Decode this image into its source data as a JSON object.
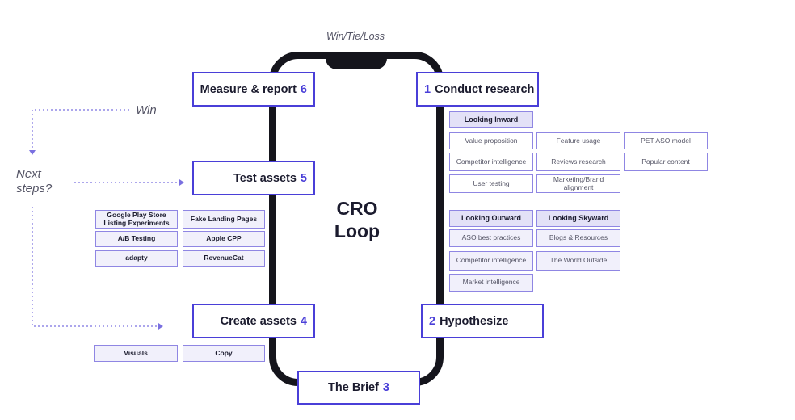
{
  "top_label": "Win/Tie/Loss",
  "center": {
    "line1": "CRO",
    "line2": "Loop"
  },
  "steps": {
    "measure": {
      "label": "Measure & report",
      "number": "6"
    },
    "research": {
      "number": "1",
      "label": "Conduct research"
    },
    "test": {
      "label": "Test assets",
      "number": "5"
    },
    "create": {
      "label": "Create assets",
      "number": "4"
    },
    "hypothesize": {
      "number": "2",
      "label": "Hypothesize"
    },
    "brief": {
      "label": "The Brief",
      "number": "3"
    }
  },
  "side_labels": {
    "win": "Win",
    "next_line1": "Next",
    "next_line2": "steps?"
  },
  "test_tools": [
    "Google Play Store Listing Experiments",
    "Fake Landing Pages",
    "A/B Testing",
    "Apple CPP",
    "adapty",
    "RevenueCat"
  ],
  "create_items": [
    "Visuals",
    "Copy"
  ],
  "research": {
    "inward_header": "Looking Inward",
    "inward_items": [
      "Value proposition",
      "Feature usage",
      "PET ASO model",
      "Competitor intelligence",
      "Reviews research",
      "Popular content",
      "User testing",
      "Marketing/Brand alignment"
    ],
    "outward_header": "Looking Outward",
    "skyward_header": "Looking Skyward",
    "outward_items": [
      "ASO best practices",
      "Competitor intelligence",
      "Market intelligence"
    ],
    "skyward_items": [
      "Blogs & Resources",
      "The World Outside"
    ]
  },
  "colors": {
    "accent": "#4a3fd8",
    "phone": "#15151c",
    "cell_bg": "#f1f0fb",
    "cell_border": "#8f86e3"
  }
}
